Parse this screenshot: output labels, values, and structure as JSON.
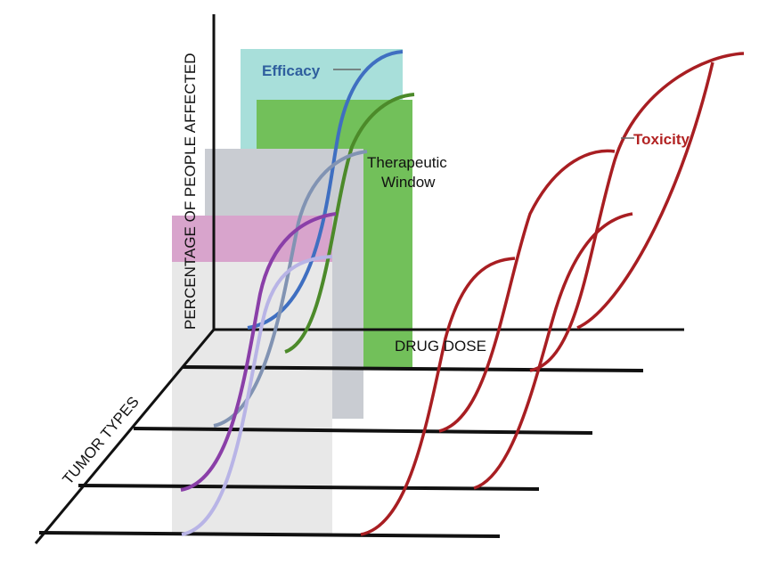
{
  "labels": {
    "y_axis": "PERCENTAGE OF PEOPLE AFFECTED",
    "x_axis": "DRUG DOSE",
    "z_axis": "TUMOR TYPES",
    "efficacy": "Efficacy",
    "toxicity": "Toxicity",
    "therapeutic_window_line1": "Therapeutic",
    "therapeutic_window_line2": "Window"
  },
  "colors": {
    "efficacy_label": "#2f5f9e",
    "toxicity_label": "#b22222",
    "axes": "#111111",
    "efficacy_curve": "#3f6fc1",
    "green_curve": "#4c8a2a",
    "steel_curve": "#8193b3",
    "purple_curve": "#8a3fa8",
    "lavender_curve": "#b8b4e6",
    "toxicity_curves": "#a81e22",
    "teal_band": "#a8dfda",
    "green_band": "#72c05a",
    "gray_band": "#c9ccd2",
    "pink_band": "#d8a4cc",
    "light_band": "#e6e6e6"
  }
}
